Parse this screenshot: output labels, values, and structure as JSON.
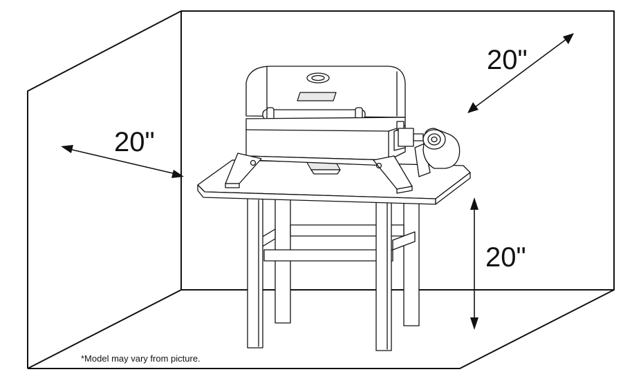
{
  "dimensions": {
    "side_clearance": "20\"",
    "back_clearance": "20\"",
    "top_clearance": "20\""
  },
  "footnote": "*Model may vary from picture."
}
